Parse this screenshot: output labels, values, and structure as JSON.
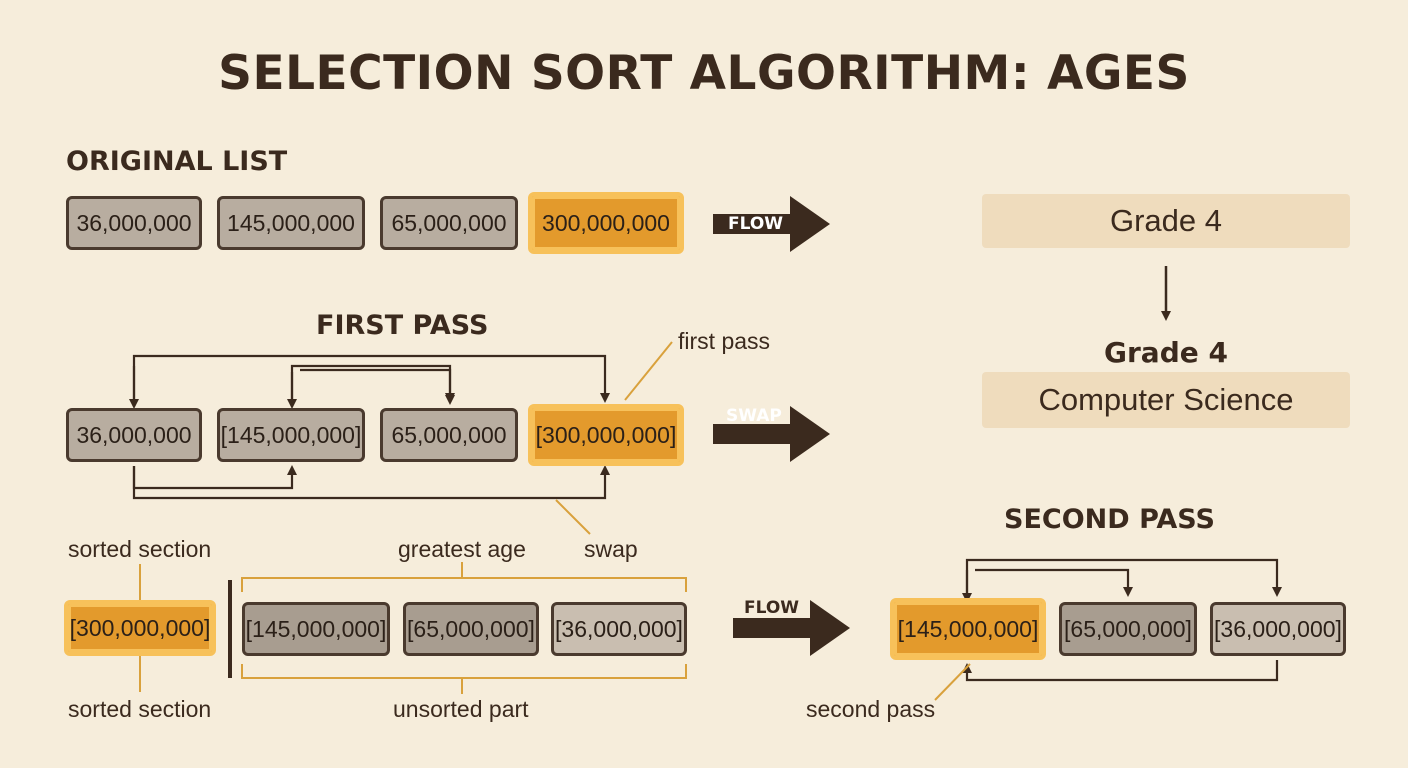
{
  "title": "SELECTION SORT ALGORITHM: AGES",
  "original": {
    "heading": "ORIGINAL LIST",
    "items": [
      "36,000,000",
      "145,000,000",
      "65,000,000",
      "300,000,000"
    ],
    "arrow_label": "FLOW"
  },
  "first_pass": {
    "heading": "FIRST PASS",
    "items": [
      "36,000,000",
      "[145,000,000]",
      "65,000,000",
      "[300,000,000]"
    ],
    "arrow_label": "SWAP",
    "callout_top": "first pass",
    "callout_bottom": "swap"
  },
  "result": {
    "sorted_label_top": "sorted section",
    "sorted_label_bottom": "sorted section",
    "sorted_item": "[300,000,000]",
    "greatest_label": "greatest age",
    "unsorted_label": "unsorted part",
    "unsorted_items": [
      "[145,000,000]",
      "[65,000,000]",
      "[36,000,000]"
    ],
    "arrow_label": "FLOW"
  },
  "side_panel": {
    "grade_top": "Grade 4",
    "grade_bold": "Grade 4",
    "subject": "Computer Science"
  },
  "second_pass": {
    "heading": "SECOND PASS",
    "items": [
      "[145,000,000]",
      "[65,000,000]",
      "[36,000,000]"
    ],
    "callout": "second pass"
  },
  "colors": {
    "background": "#f6eddb",
    "highlight": "#e39a2c",
    "box_gray": "#b8ada0",
    "ink": "#3b2a1e",
    "accent_line": "#d9a13c"
  }
}
